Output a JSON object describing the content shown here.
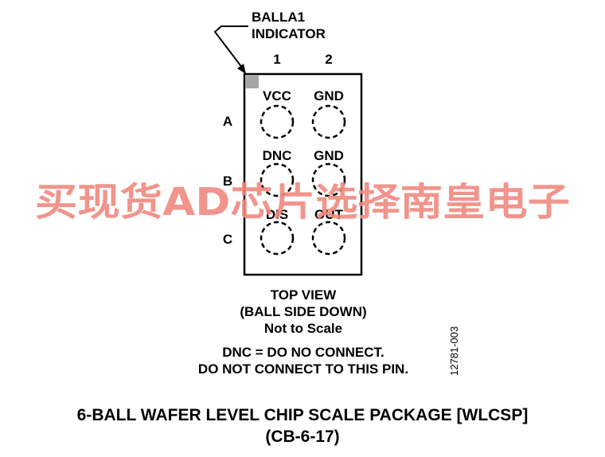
{
  "indicator": {
    "line1": "BALLA1",
    "line2": "INDICATOR"
  },
  "columns": [
    "1",
    "2"
  ],
  "rows": [
    "A",
    "B",
    "C"
  ],
  "balls": {
    "a1": "VCC",
    "a2": "GND",
    "b1": "DNC",
    "b2": "GND",
    "c1": "DIS",
    "c2": "OUT"
  },
  "view": {
    "line1": "TOP VIEW",
    "line2": "(BALL SIDE DOWN)",
    "line3": "Not to Scale"
  },
  "note": {
    "line1": "DNC = DO NO CONNECT.",
    "line2": "DO NOT CONNECT TO THIS PIN."
  },
  "figure_id": "12781-003",
  "package": {
    "line1": "6-BALL WAFER LEVEL CHIP SCALE PACKAGE [WLCSP]",
    "line2": "(CB-6-17)"
  },
  "watermark": "买现货AD芯片选择南皇电子",
  "colors": {
    "watermark": "#f08a80",
    "indicator_fill": "#a6a6a6",
    "ink": "#000000"
  }
}
